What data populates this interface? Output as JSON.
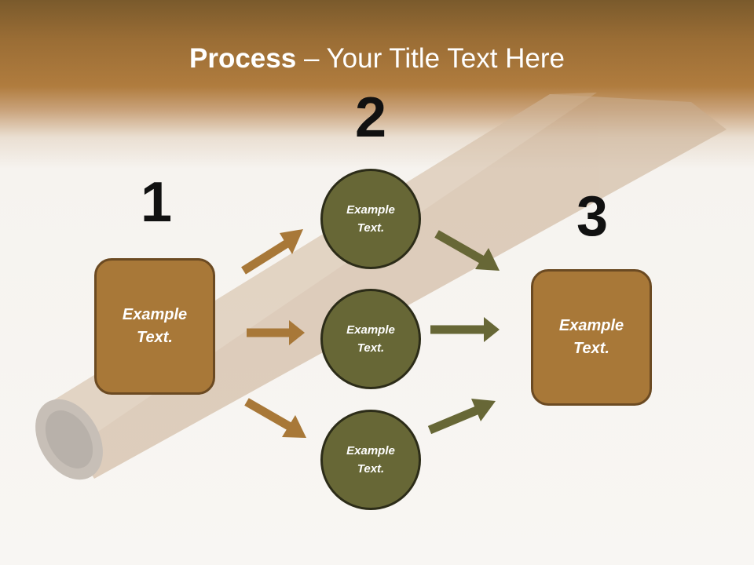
{
  "title": {
    "bold": "Process",
    "rest": " – Your Title Text Here"
  },
  "steps": {
    "one": "1",
    "two": "2",
    "three": "3"
  },
  "nodes": {
    "left_box": "Example\nText.",
    "circle_top": "Example\nText.",
    "circle_middle": "Example\nText.",
    "circle_bottom": "Example\nText.",
    "right_box": "Example\nText."
  },
  "colors": {
    "box_fill": "#a87838",
    "circle_fill": "#676736",
    "arrow_left": "#a87838",
    "arrow_right": "#676736"
  }
}
